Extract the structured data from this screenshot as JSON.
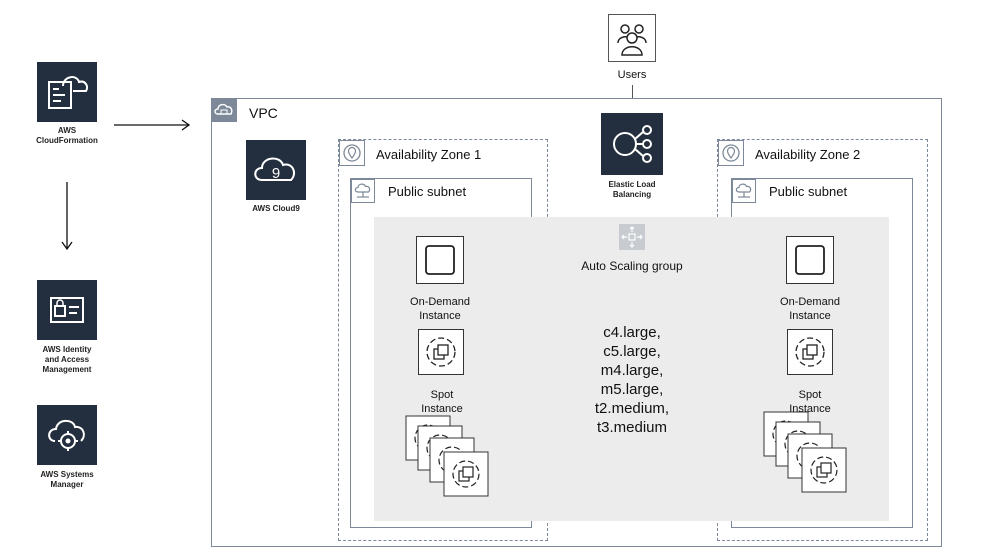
{
  "left_services": [
    {
      "name": "AWS CloudFormation",
      "label_lines": [
        "AWS",
        "CloudFormation"
      ]
    },
    {
      "name": "AWS Identity and Access Management",
      "label_lines": [
        "AWS Identity",
        "and Access",
        "Management"
      ]
    },
    {
      "name": "AWS Systems Manager",
      "label_lines": [
        "AWS Systems",
        "Manager"
      ]
    }
  ],
  "users": {
    "label": "Users"
  },
  "vpc": {
    "label": "VPC"
  },
  "cloud9": {
    "label": "AWS Cloud9"
  },
  "elb": {
    "label_lines": [
      "Elastic Load",
      "Balancing"
    ]
  },
  "az1": {
    "label": "Availability Zone 1",
    "subnet": "Public subnet",
    "ondemand": [
      "On-Demand",
      "Instance"
    ],
    "spot": [
      "Spot",
      "Instance"
    ]
  },
  "az2": {
    "label": "Availability Zone 2",
    "subnet": "Public subnet",
    "ondemand": [
      "On-Demand",
      "Instance"
    ],
    "spot": [
      "Spot",
      "Instance"
    ]
  },
  "asg": {
    "label": "Auto Scaling group",
    "instance_types": [
      "c4.large,",
      "c5.large,",
      "m4.large,",
      "m5.large,",
      "t2.medium,",
      "t3.medium"
    ]
  },
  "colors": {
    "tile": "#232f3e",
    "border": "#7d8998",
    "band": "#ececec"
  }
}
